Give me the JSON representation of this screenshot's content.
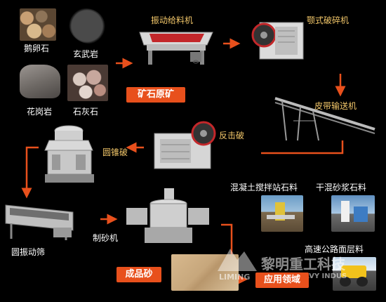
{
  "labels": {
    "pebble": "鹅卵石",
    "basalt": "玄武岩",
    "granite": "花岗岩",
    "limestone": "石灰石",
    "ore_title": "矿石原矿",
    "vibrating_feeder": "振动给料机",
    "jaw_crusher": "颚式破碎机",
    "belt_conveyor": "皮带输送机",
    "impact_crusher": "反击破",
    "cone_crusher": "圆锥破",
    "vibrating_screen": "圆振动筛",
    "sand_maker": "制砂机",
    "concrete_station": "混凝土搅拌站石料",
    "dry_mortar": "干混砂浆石料",
    "highway": "高速公路面层料",
    "finished_sand": "成品砂",
    "application": "应用领域"
  },
  "watermark": {
    "cn": "黎明重工科技",
    "en_left": "LIMING",
    "en_right": "LIMING HEAVY INDUS"
  },
  "colors": {
    "label": "#f4c86a",
    "box": "#e8501c",
    "arrow": "#e8501c",
    "background": "#000000"
  }
}
